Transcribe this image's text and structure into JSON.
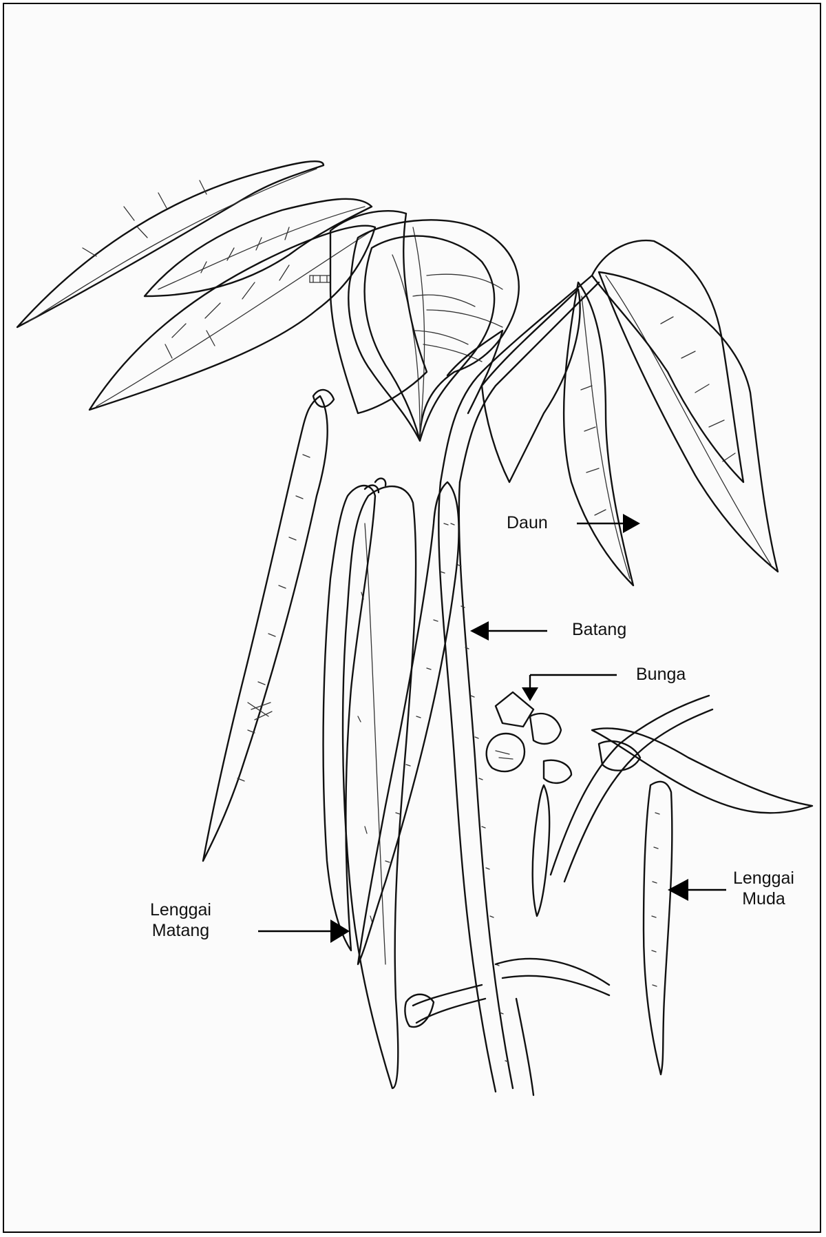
{
  "labels": {
    "daun": "Daun",
    "batang": "Batang",
    "bunga": "Bunga",
    "lenggai_matang": [
      "Lenggai",
      "Matang"
    ],
    "lenggai_muda": [
      "Lenggai",
      "Muda"
    ]
  },
  "colors": {
    "ink": "#111111",
    "paper": "#fbfbfb"
  }
}
